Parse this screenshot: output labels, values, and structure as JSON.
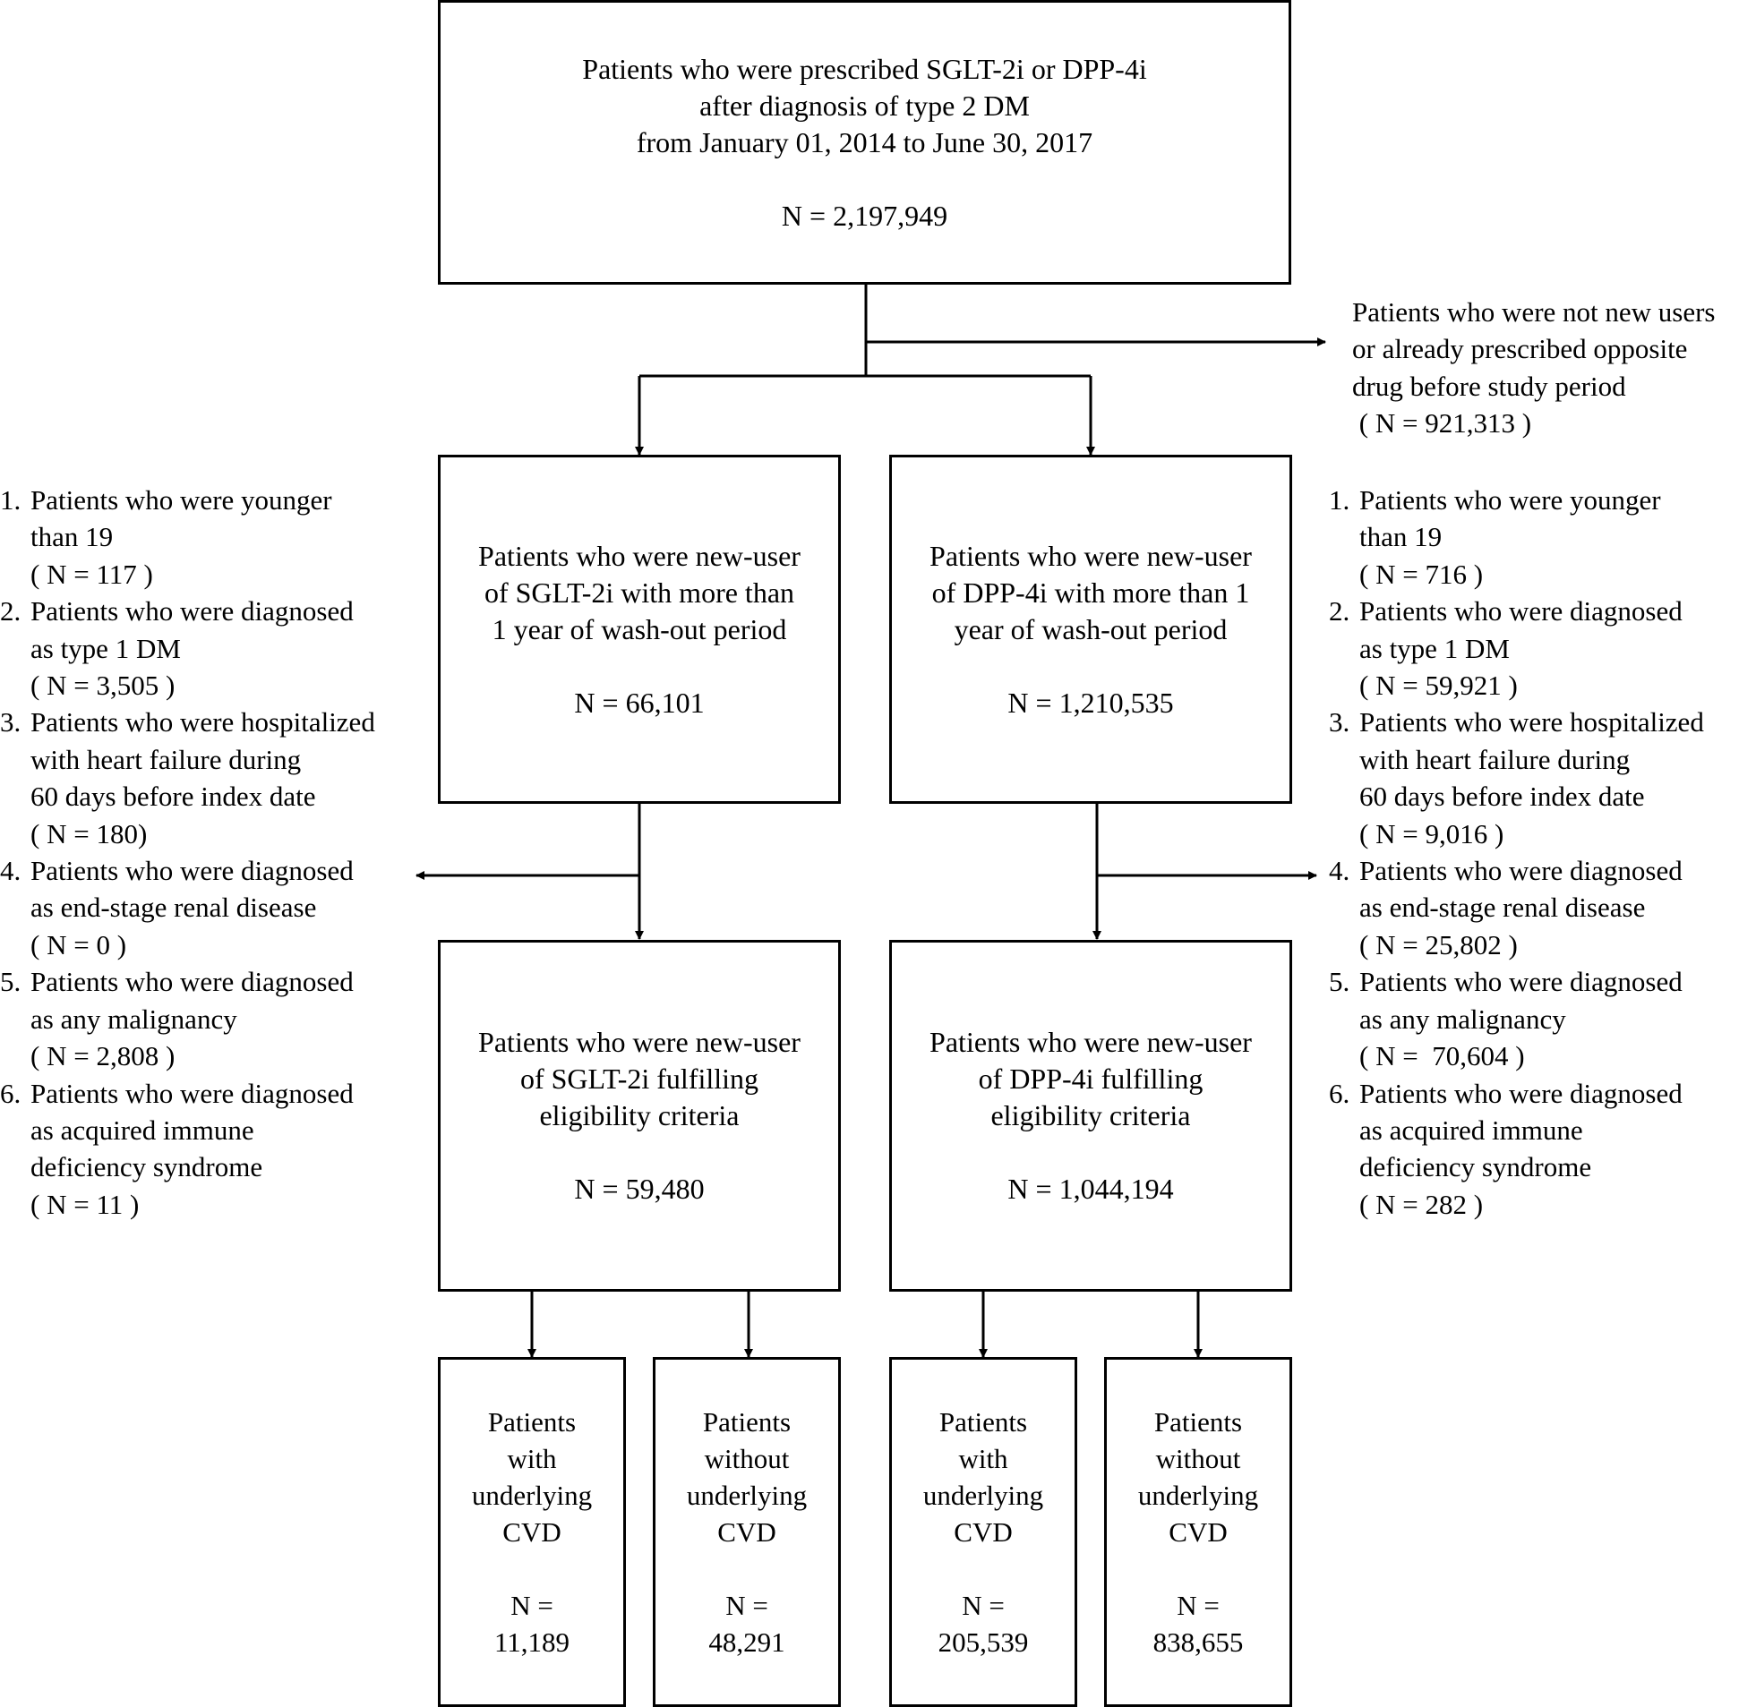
{
  "top_box": {
    "lines": [
      "Patients who were prescribed SGLT-2i or DPP-4i",
      "after diagnosis of type 2 DM",
      "from January 01, 2014 to June 30, 2017"
    ],
    "n": "N = 2,197,949"
  },
  "excluded_top": {
    "lines": [
      "Patients who were not new users",
      "or already prescribed opposite",
      "drug before study period",
      " ( N = 921,313 )"
    ]
  },
  "sglt_new_user": {
    "lines": [
      "Patients who were new-user",
      "of SGLT-2i with more than",
      "1 year of wash-out period"
    ],
    "n": "N = 66,101"
  },
  "dpp_new_user": {
    "lines": [
      "Patients who were new-user",
      "of DPP-4i with more than 1",
      "year of wash-out period"
    ],
    "n": "N = 1,210,535"
  },
  "sglt_eligible": {
    "lines": [
      "Patients who were new-user",
      "of SGLT-2i fulfilling",
      "eligibility criteria"
    ],
    "n": "N = 59,480"
  },
  "dpp_eligible": {
    "lines": [
      "Patients who were new-user",
      "of DPP-4i fulfilling",
      "eligibility criteria"
    ],
    "n": "N = 1,044,194"
  },
  "left_exclusions": [
    {
      "num": "1.",
      "lines": [
        "Patients who were younger",
        "than 19",
        "( N = 117 )"
      ]
    },
    {
      "num": "2.",
      "lines": [
        "Patients who were diagnosed",
        "as type 1 DM",
        "( N = 3,505 )"
      ]
    },
    {
      "num": "3.",
      "lines": [
        "Patients who were hospitalized",
        "with heart failure during",
        "60 days before index date",
        "( N = 180)"
      ]
    },
    {
      "num": "4.",
      "lines": [
        "Patients who were diagnosed",
        "as end-stage renal disease",
        "( N = 0 )"
      ]
    },
    {
      "num": "5.",
      "lines": [
        "Patients who were diagnosed",
        "as any malignancy",
        "( N = 2,808 )"
      ]
    },
    {
      "num": "6.",
      "lines": [
        "Patients who were diagnosed",
        "as acquired immune",
        "deficiency syndrome",
        "( N = 11 )"
      ]
    }
  ],
  "right_exclusions": [
    {
      "num": "1.",
      "lines": [
        "Patients who were younger",
        "than 19",
        "( N = 716 )"
      ]
    },
    {
      "num": "2.",
      "lines": [
        "Patients who were diagnosed",
        "as type 1 DM",
        "( N = 59,921 )"
      ]
    },
    {
      "num": "3.",
      "lines": [
        "Patients who were hospitalized",
        "with heart failure during",
        "60 days before index date",
        "( N = 9,016 )"
      ]
    },
    {
      "num": "4.",
      "lines": [
        "Patients who were diagnosed",
        "as end-stage renal disease",
        "( N = 25,802 )"
      ]
    },
    {
      "num": "5.",
      "lines": [
        "Patients who were diagnosed",
        "as any malignancy",
        "( N =  70,604 )"
      ]
    },
    {
      "num": "6.",
      "lines": [
        "Patients who were diagnosed",
        "as acquired immune",
        "deficiency syndrome",
        "( N = 282 )"
      ]
    }
  ],
  "leaf_sglt_with_cvd": {
    "lines": [
      "Patients",
      "with",
      "underlying",
      "CVD"
    ],
    "n": [
      "N =",
      "11,189"
    ]
  },
  "leaf_sglt_without_cvd": {
    "lines": [
      "Patients",
      "without",
      "underlying",
      "CVD"
    ],
    "n": [
      "N =",
      "48,291"
    ]
  },
  "leaf_dpp_with_cvd": {
    "lines": [
      "Patients",
      "with",
      "underlying",
      "CVD"
    ],
    "n": [
      "N =",
      "205,539"
    ]
  },
  "leaf_dpp_without_cvd": {
    "lines": [
      "Patients",
      "without",
      "underlying",
      "CVD"
    ],
    "n": [
      "N =",
      "838,655"
    ]
  }
}
